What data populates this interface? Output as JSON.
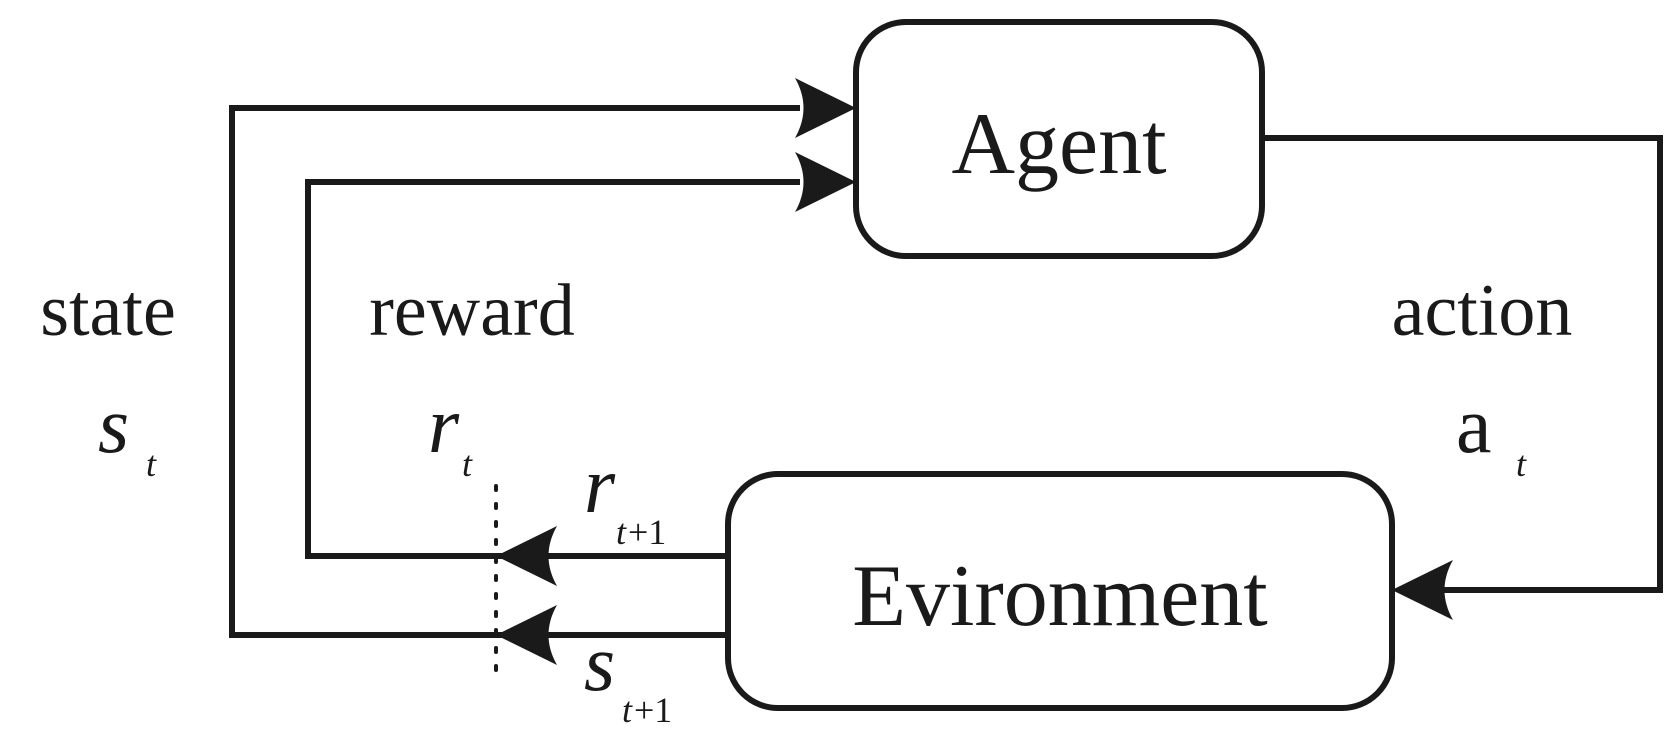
{
  "nodes": {
    "agent": "Agent",
    "environment": "Evironment"
  },
  "labels": {
    "state": "state",
    "reward": "reward",
    "action": "action",
    "state_symbol": "s",
    "state_sub": "t",
    "reward_symbol": "r",
    "reward_sub": "t",
    "action_symbol": "a",
    "action_sub": "t",
    "next_reward_symbol": "r",
    "next_reward_sub_t": "t",
    "next_reward_sub_rest": "+1",
    "next_state_symbol": "s",
    "next_state_sub_t": "t",
    "next_state_sub_rest": "+1"
  }
}
